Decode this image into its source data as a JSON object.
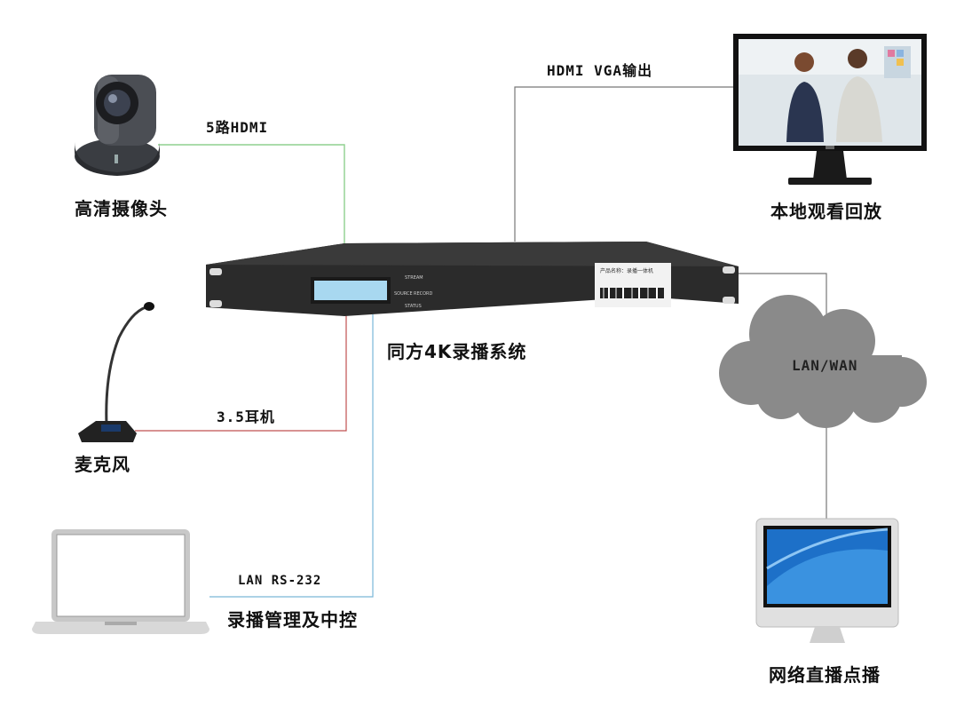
{
  "labels": {
    "camera": "高清摄像头",
    "monitor": "本地观看回放",
    "mic": "麦克风",
    "laptop_sub": "录播管理及中控",
    "recorder": "同方4K录播系统",
    "vod": "网络直播点播"
  },
  "connections": {
    "hdmi_in": "5路HDMI",
    "hdmi_out": "HDMI VGA输出",
    "audio": "3.5耳机",
    "control": "LAN RS-232"
  },
  "cloud": {
    "label": "LAN/WAN"
  },
  "device": {
    "status_labels": [
      "STREAM",
      "SOURCE",
      "RECORD",
      "STATUS"
    ],
    "sticker_title": "产品名称：录播一体机"
  },
  "colors": {
    "hdmi_line": "#8fd08f",
    "audio_line": "#c05050",
    "control_line": "#7ab8d8",
    "network_line": "#777777",
    "cloud": "#8a8a8a"
  }
}
